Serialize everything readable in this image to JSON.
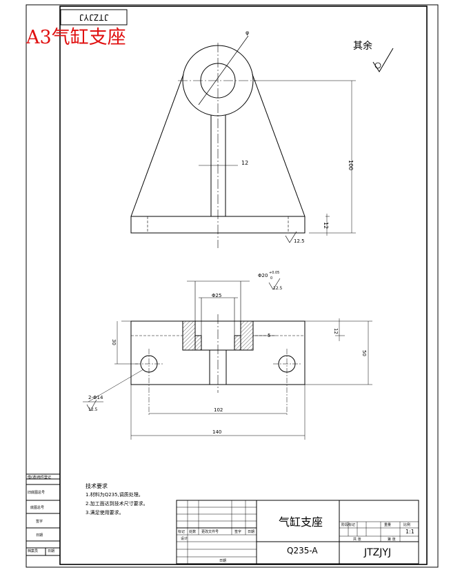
{
  "overlay": {
    "title": "A3气缸支座"
  },
  "drawing_number_rotated": "JTZJYJ",
  "surface_finish": {
    "rest_label": "其余"
  },
  "top_view": {
    "dims": {
      "diameter": "φ",
      "web_thickness": "12",
      "height": "100",
      "base_thickness": "12",
      "roughness": "12.5"
    }
  },
  "bottom_view": {
    "dims": {
      "bore_tol": "Φ20",
      "bore_tol_sup": "+0.05",
      "bore_tol_sub": "0",
      "bore_roughness": "12.5",
      "counterbore": "Φ25",
      "height_left": "30",
      "depth": "5",
      "hole_label": "2-Φ14",
      "hole_roughness": "12.5",
      "top_step": "12",
      "total_height": "50",
      "hole_spacing": "102",
      "total_width": "140"
    }
  },
  "tech_requirements": {
    "title": "技术要求",
    "items": [
      "1.材料为Q235,调质处理。",
      "2.加工面达到技术尺寸要求。",
      "3.满足使用要求。"
    ]
  },
  "left_stamp_labels": [
    "借(通)用件登记",
    "旧底图总号",
    "底图总号",
    "签字",
    "日期",
    "档案员",
    "日期"
  ],
  "title_block": {
    "part_name": "气缸支座",
    "material": "Q235-A",
    "company": "JTZJYJ",
    "scale": "1:1",
    "headers": [
      "标记",
      "处数",
      "更改文件号",
      "签字",
      "日期"
    ],
    "design": "设计",
    "date_label": "日期",
    "stage_label": "阶段标记",
    "weight_label": "重量",
    "scale_label": "比例",
    "sheet_total": "共 张",
    "sheet_index": "第 张"
  }
}
